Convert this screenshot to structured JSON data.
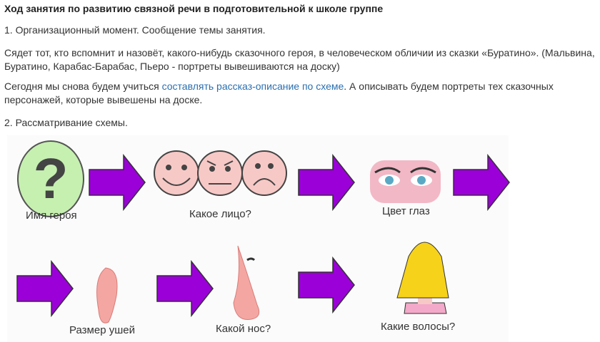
{
  "title": "Ход занятия по развитию связной речи в подготовительной к школе группе",
  "paragraphs": {
    "p1": "1. Организационный момент. Сообщение темы занятия.",
    "p2_line1": "Сядет тот, кто вспомнит и назовёт, какого-нибудь сказочного героя, в человеческом обличии из сказки «Буратино». (Мальвина,",
    "p2_line2": "Буратино, Карабас-Барабас, Пьеро -  портреты вывешиваются на доску)",
    "p3_before": "Сегодня мы снова будем учиться ",
    "p3_link": "составлять рассказ-описание по схеме",
    "p3_after": ". А описывать будем портреты тех сказочных",
    "p3_line2": "персонажей, которые вывешены на доске.",
    "p4": "2. Рассматривание схемы."
  },
  "scheme": {
    "question_mark": "?",
    "labels": {
      "name": "Имя героя",
      "face": "Какое лицо?",
      "eyes": "Цвет глаз",
      "ears": "Размер ушей",
      "nose": "Какой нос?",
      "hair": "Какие волосы?"
    },
    "colors": {
      "arrow": "#9b00d8",
      "circle": "#c6f0b0",
      "face": "#f7c9c6",
      "hair": "#f7d21a"
    }
  }
}
